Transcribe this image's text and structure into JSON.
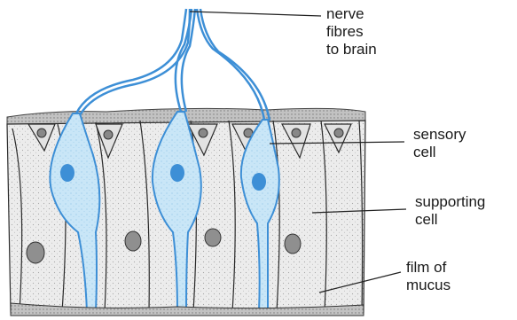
{
  "labels": {
    "nerve": [
      "nerve",
      "fibres",
      "to brain"
    ],
    "sensory": [
      "sensory",
      "cell"
    ],
    "supporting": [
      "supporting",
      "cell"
    ],
    "mucus": [
      "film of",
      "mucus"
    ]
  },
  "colors": {
    "nerve_blue": "#3d8fd6",
    "sensory_fill": "#bfe0f4",
    "tissue_fill": "#e9e9e9",
    "outline": "#2a2a2a"
  }
}
